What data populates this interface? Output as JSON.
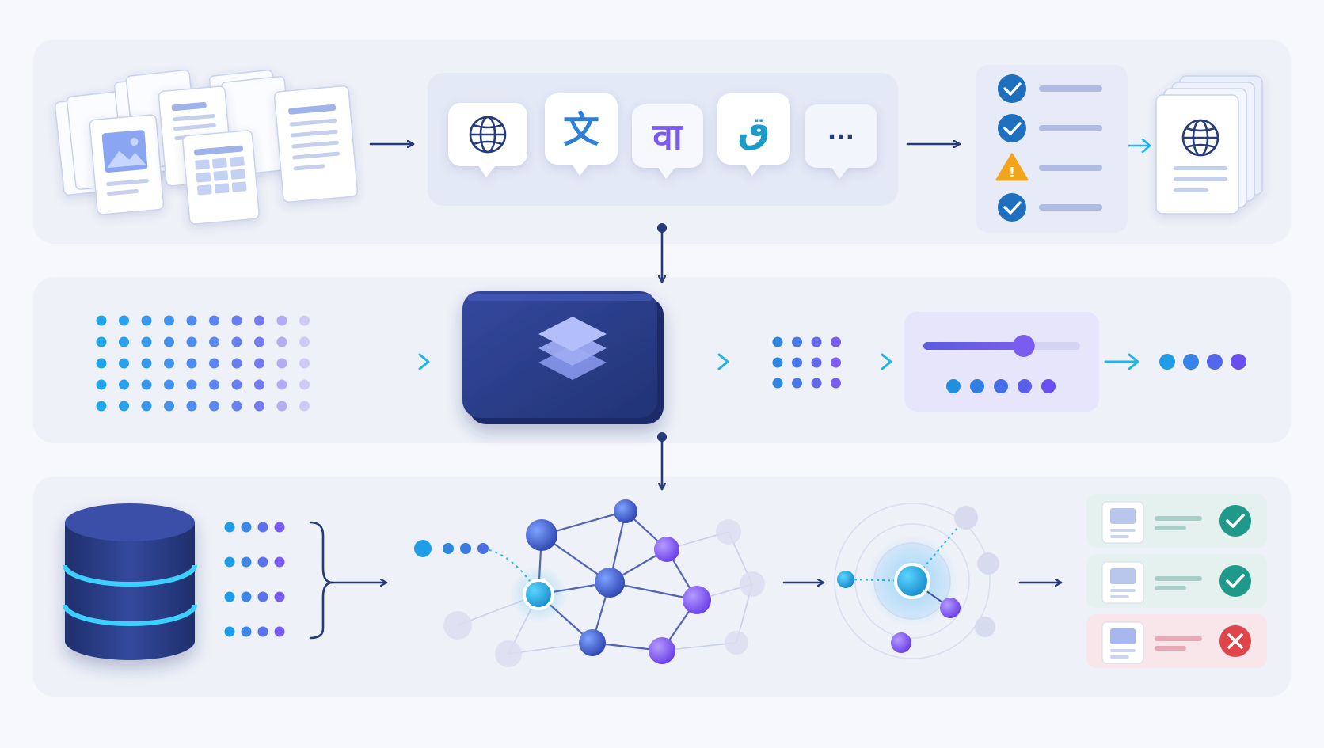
{
  "diagram": {
    "title": "",
    "stages": [
      {
        "id": "translation",
        "language_bubbles": [
          {
            "icon": "globe-icon",
            "glyph": ""
          },
          {
            "icon": "chinese-character",
            "glyph": "文"
          },
          {
            "icon": "devanagari-character",
            "glyph": "वा"
          },
          {
            "icon": "arabic-character",
            "glyph": "ق"
          },
          {
            "icon": "ellipsis-icon",
            "glyph": "···"
          }
        ],
        "checklist": [
          {
            "status": "check",
            "icon": "check-circle-icon"
          },
          {
            "status": "check",
            "icon": "check-circle-icon"
          },
          {
            "status": "warning",
            "icon": "warning-triangle-icon",
            "glyph": "!"
          },
          {
            "status": "check",
            "icon": "check-circle-icon"
          }
        ],
        "output": "globe-document-stack"
      },
      {
        "id": "model",
        "model_icon": "stacked-layers-icon",
        "slider_fraction": 0.64
      },
      {
        "id": "retrieval",
        "source_icon": "database-icon",
        "results": [
          {
            "status": "pass",
            "icon": "check-circle-icon"
          },
          {
            "status": "pass",
            "icon": "check-circle-icon"
          },
          {
            "status": "fail",
            "icon": "x-circle-icon"
          }
        ]
      }
    ],
    "colors": {
      "navy": "#253a7a",
      "blue": "#2f7fd8",
      "cyan": "#1fb5e8",
      "violet": "#7b5cf0",
      "teal": "#1f9a8a",
      "warning": "#f2a41c",
      "error": "#e0454b",
      "panel": "#eef1f8"
    }
  }
}
